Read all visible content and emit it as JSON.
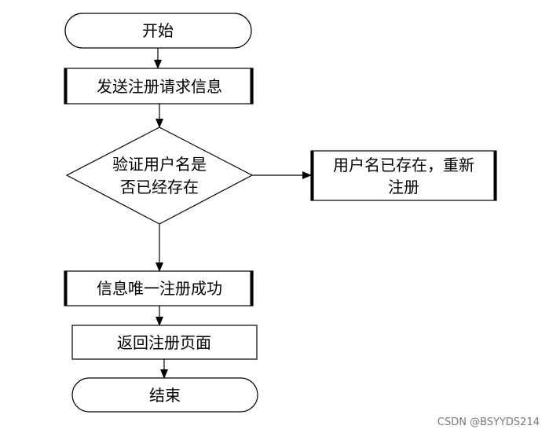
{
  "flowchart": {
    "start": "开始",
    "step_send": "发送注册请求信息",
    "decision": [
      "验证用户名是",
      "否已经存在"
    ],
    "branch_exists": [
      "用户名已存在，重新",
      "注册"
    ],
    "step_success": "信息唯一注册成功",
    "step_return": "返回注册页面",
    "end": "结束"
  },
  "watermark": "CSDN @BSYYDS214"
}
